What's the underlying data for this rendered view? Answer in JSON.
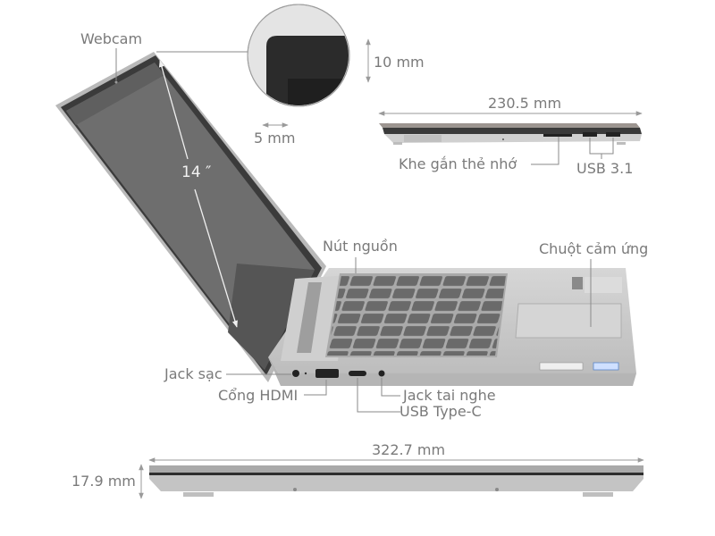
{
  "labels": {
    "webcam": "Webcam",
    "bezel_top": "10 mm",
    "bezel_side": "5 mm",
    "screen_size": "14 ″",
    "side_width": "230.5 mm",
    "card_slot": "Khe gắn thẻ nhớ",
    "usb31": "USB 3.1",
    "power_button": "Nút nguồn",
    "touchpad": "Chuột cảm ứng",
    "charging_jack": "Jack sạc",
    "hdmi_port": "Cổng HDMI",
    "headphone_jack": "Jack tai nghe",
    "usb_type_c": "USB Type-C",
    "front_width": "322.7 mm",
    "thickness": "17.9 mm"
  },
  "colors": {
    "label_text": "#7a7a7a",
    "leader_line": "#8a8a8a",
    "chassis": "#c8c8c8",
    "chassis_dark": "#a9a9a9",
    "screen": "#6e6e6e",
    "bezel_zoom": "#2a2a2a",
    "keys": "#6b6b6b"
  }
}
